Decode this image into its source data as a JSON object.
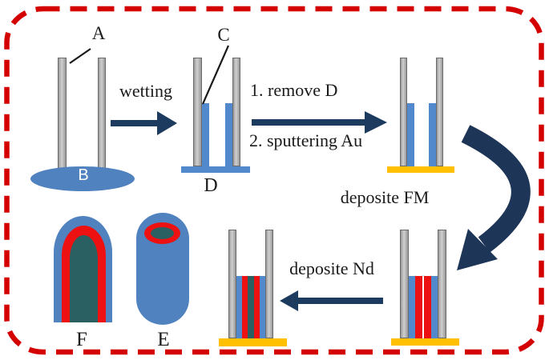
{
  "figure": {
    "border_color": "#d40000",
    "palette": {
      "navy_arrow": "#1d3a5f",
      "steel_blue": "#4f82be",
      "bar_blue": "#5189cc",
      "red_fm": "#ee1111",
      "teal_nd": "#2a6061",
      "gold_au": "#ffc002",
      "gray_template": "#b5b5b5"
    },
    "labels": {
      "A": "A",
      "B": "B",
      "C": "C",
      "D": "D",
      "E": "E",
      "F": "F"
    },
    "annotations": {
      "wetting": "wetting",
      "step1": "1. remove D",
      "step2": "2. sputtering Au",
      "deposite_fm": "deposite FM",
      "deposite_nd": "deposite Nd"
    }
  }
}
